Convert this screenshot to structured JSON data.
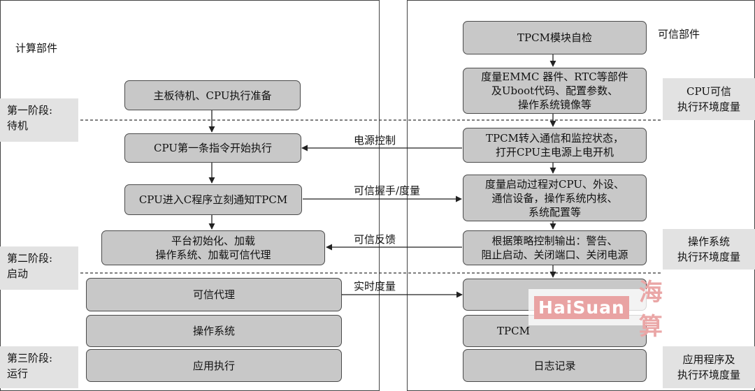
{
  "left_panel": {
    "title": "计算部件",
    "boxes": {
      "standby": "主板待机、CPU执行准备",
      "first_instruction": "CPU第一条指令开始执行",
      "enter_c": "CPU进入C程序立刻通知TPCM",
      "platform_init": "平台初始化、加载\n操作系统、加载可信代理",
      "trusted_agent": "可信代理",
      "os": "操作系统",
      "app": "应用执行"
    }
  },
  "right_panel": {
    "title": "可信部件",
    "boxes": {
      "self_check": "TPCM模块自检",
      "measure_firmware": "度量EMMC 器件、RTC等部件\n及Uboot代码、配置参数、\n操作系统镜像等",
      "power_on": "TPCM转入通信和监控状态，\n打开CPU主电源上电开机",
      "measure_boot": "度量启动过程对CPU、外设、\n通信设备，操作系统内核、\n系统配置等",
      "policy_output": "根据策略控制输出：警告、\n阻止启动、关闭端口、关闭电源",
      "box6": "",
      "box7": "TPCM",
      "log": "日志记录"
    }
  },
  "stages": {
    "stage1": "第一阶段:\n待机",
    "stage2": "第二阶段:\n启动",
    "stage3": "第三阶段:\n运行"
  },
  "side_labels": {
    "cpu_env": "CPU可信\n执行环境度量",
    "os_env": "操作系统\n执行环境度量",
    "app_env": "应用程序及\n执行环境度量"
  },
  "edge_labels": {
    "power_control": "电源控制",
    "handshake": "可信握手/度量",
    "feedback": "可信反馈",
    "realtime": "实时度量"
  },
  "watermark": {
    "latin": "HaiSuan",
    "cjk": "海算"
  }
}
